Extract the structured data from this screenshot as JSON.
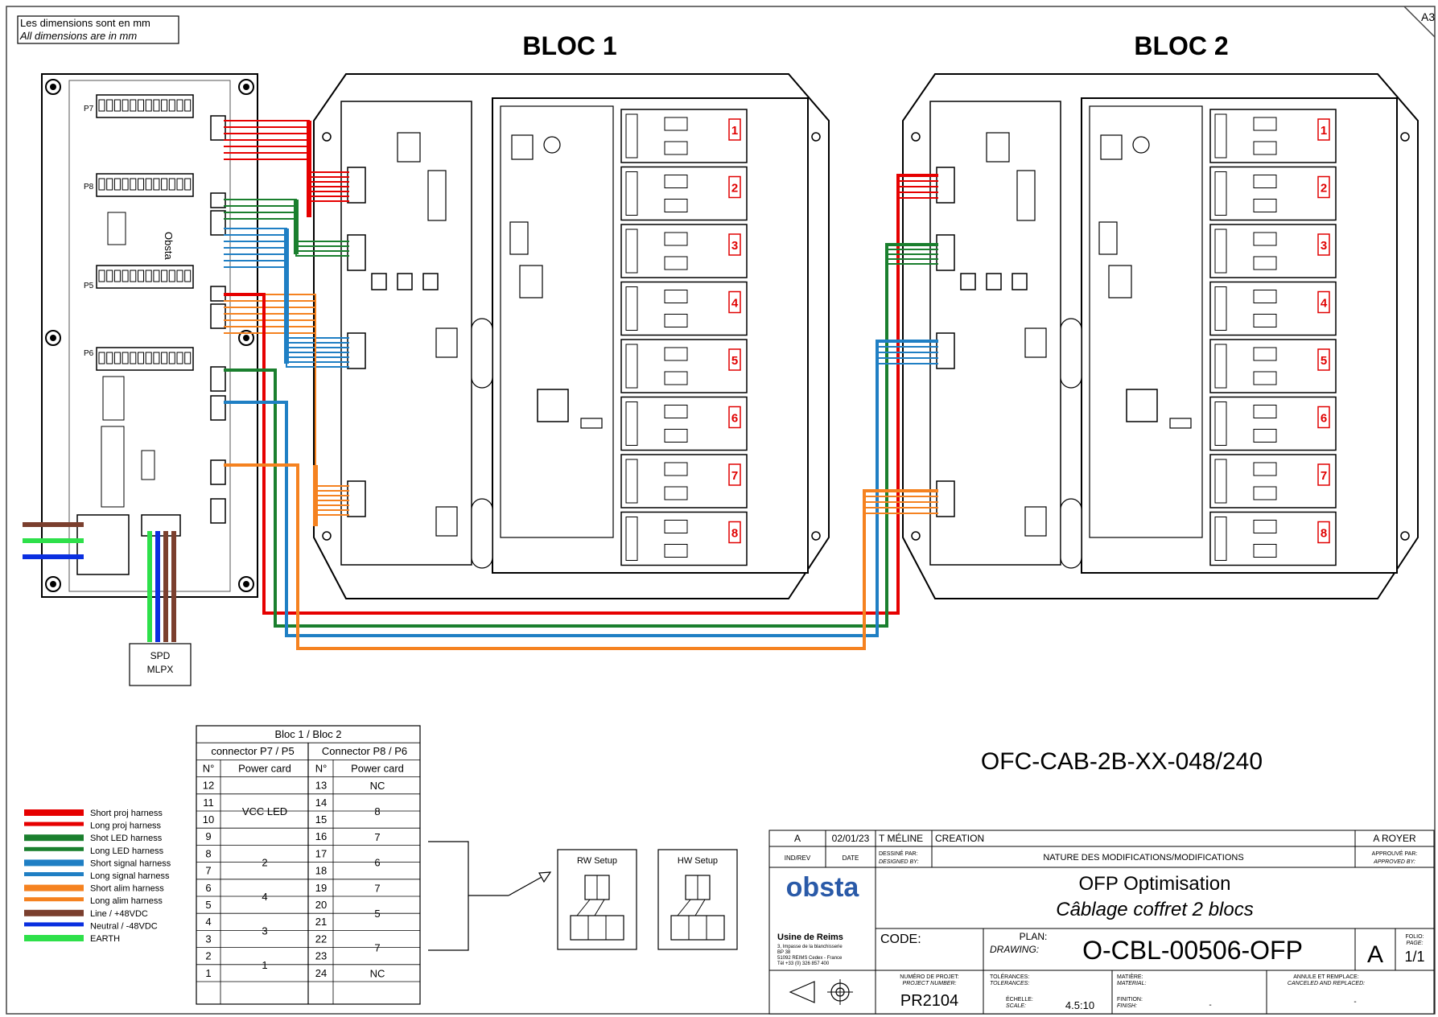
{
  "sheet": {
    "size_label": "A3",
    "dimension_note_fr": "Les dimensions sont en mm",
    "dimension_note_en": "All dimensions are in mm"
  },
  "blocks": [
    {
      "title": "BLOC 1"
    },
    {
      "title": "BLOC 2"
    }
  ],
  "channels": [
    "1",
    "2",
    "3",
    "4",
    "5",
    "6",
    "7",
    "8"
  ],
  "controller": {
    "connectors": [
      "P7",
      "P8",
      "P5",
      "P6"
    ],
    "brand": "Obsta"
  },
  "spd": {
    "line1": "SPD",
    "line2": "MLPX"
  },
  "part_number": "OFC-CAB-2B-XX-048/240",
  "legend": [
    {
      "label": "Short proj harness",
      "color": "#e60000"
    },
    {
      "label": "Long proj harness",
      "color": "#e60000"
    },
    {
      "label": "Shot LED harness",
      "color": "#1a7f2e"
    },
    {
      "label": "Long LED harness",
      "color": "#1a7f2e"
    },
    {
      "label": "Short signal harness",
      "color": "#1f7fc4"
    },
    {
      "label": "Long signal harness",
      "color": "#1f7fc4"
    },
    {
      "label": "Short alim harness",
      "color": "#f58220"
    },
    {
      "label": "Long alim harness",
      "color": "#f58220"
    },
    {
      "label": "Line / +48VDC",
      "color": "#7b3f2e"
    },
    {
      "label": "Neutral / -48VDC",
      "color": "#0a2fe0"
    },
    {
      "label": "EARTH",
      "color": "#2ee04a"
    }
  ],
  "pin_table": {
    "title": "Bloc 1 / Bloc 2",
    "left_group": "connector P7 / P5",
    "right_group": "Connector P8 / P6",
    "col_no": "N°",
    "col_card": "Power card",
    "left_pins": [
      "12",
      "11",
      "10",
      "9",
      "8",
      "7",
      "6",
      "5",
      "4",
      "3",
      "2",
      "1"
    ],
    "left_cards": [
      "",
      "VCC LED",
      "",
      "2",
      "4",
      "3",
      "1"
    ],
    "right_pins": [
      "13",
      "14",
      "15",
      "16",
      "17",
      "18",
      "19",
      "20",
      "21",
      "22",
      "23",
      "24"
    ],
    "right_cards": [
      "NC",
      "8",
      "7",
      "6",
      "7",
      "5",
      "7",
      "NC"
    ]
  },
  "setups": [
    {
      "label": "RW Setup"
    },
    {
      "label": "HW Setup"
    }
  ],
  "title_block": {
    "rev_letter": "A",
    "rev_date": "02/01/23",
    "rev_author": "T MÉLINE",
    "rev_nature": "CREATION",
    "rev_approver": "A ROYER",
    "hdr_indrev": "IND/REV",
    "hdr_date": "DATE",
    "hdr_designed_fr": "DESSINÉ PAR:",
    "hdr_designed_en": "DESIGNED BY:",
    "hdr_nature": "NATURE DES MODIFICATIONS/MODIFICATIONS",
    "hdr_approved_fr": "APPROUVÉ PAR:",
    "hdr_approved_en": "APPROVED BY:",
    "logo_text": "obsta",
    "company": "Usine de Reims",
    "addr1": "3, Impasse de la blanchisserie",
    "addr2": "BP 38",
    "addr3": "51092 REIMS Cedex - France",
    "addr4": "Tél +33 (0) 326 857 400",
    "title_line1": "OFP Optimisation",
    "title_line2": "Câblage coffret 2 blocs",
    "code_label": "CODE:",
    "plan_label": "PLAN:",
    "drawing_label": "DRAWING:",
    "drawing_number": "O-CBL-00506-OFP",
    "indrev_value": "A",
    "folio_label1": "FOLIO:",
    "folio_label2": "PAGE:",
    "folio_value": "1/1",
    "project_label_fr": "NUMÉRO DE PROJET:",
    "project_label_en": "PROJECT NUMBER:",
    "project_number": "PR2104",
    "tol_fr": "TOLÉRANCES:",
    "tol_en": "TOLERANCES:",
    "scale_fr": "ÉCHELLE:",
    "scale_en": "SCALE:",
    "scale_value": "4.5:10",
    "mat_fr": "MATIÈRE:",
    "mat_en": "MATERIAL:",
    "fin_fr": "FINITION:",
    "fin_en": "FINISH:",
    "fin_value": "-",
    "replace_fr": "ANNULE ET REMPLACE:",
    "replace_en": "CANCELED AND REPLACED:",
    "replace_value": "-"
  }
}
